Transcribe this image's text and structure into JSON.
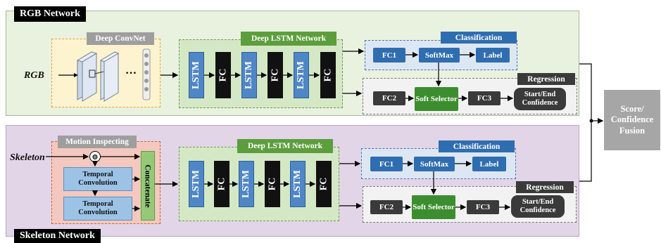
{
  "rgb_network": {
    "title": "RGB Network",
    "side_label": "RGB",
    "convnet_header": "Deep ConvNet",
    "lstm_header": "Deep LSTM Network",
    "classification_header": "Classification",
    "regression_header": "Regression",
    "lstm_label": "LSTM",
    "fc_label": "FC",
    "fc1": "FC1",
    "softmax": "SoftMax",
    "label": "Label",
    "fc2": "FC2",
    "soft_selector": "Soft Selector",
    "fc3": "FC3",
    "start_end": "Start/End Confidence",
    "ellipsis": "…"
  },
  "skeleton_network": {
    "title": "Skeleton Network",
    "side_label": "Skeleton",
    "motion_header": "Motion Inspecting",
    "temporal_conv": "Temporal Convolution",
    "concatenate": "Concatenate",
    "lstm_header": "Deep LSTM Network",
    "classification_header": "Classification",
    "regression_header": "Regression",
    "lstm_label": "LSTM",
    "fc_label": "FC",
    "fc1": "FC1",
    "softmax": "SoftMax",
    "label": "Label",
    "fc2": "FC2",
    "soft_selector": "Soft Selector",
    "fc3": "FC3",
    "start_end": "Start/End Confidence"
  },
  "fusion": {
    "label": "Score/ Confidence Fusion"
  }
}
